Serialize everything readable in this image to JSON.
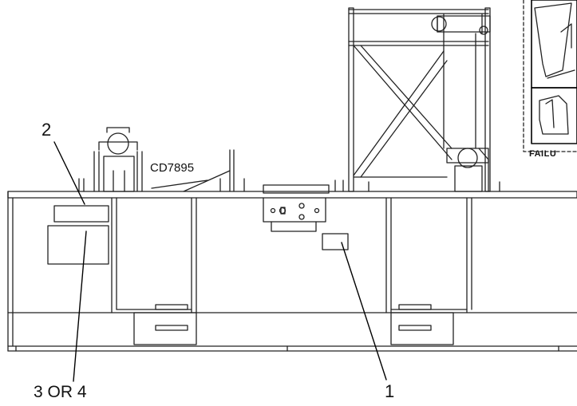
{
  "callouts": {
    "item_1": "1",
    "item_2": "2",
    "item_3_or_4": "3 OR 4",
    "part_number": "CD7895"
  },
  "inset": {
    "caption": "FAILU"
  }
}
